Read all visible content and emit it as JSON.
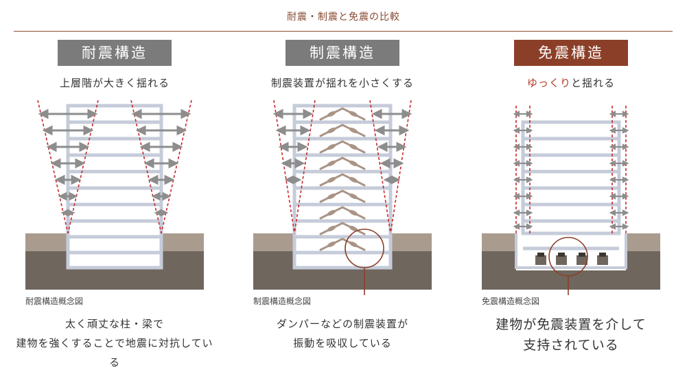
{
  "title": "耐震・制震と免震の比較",
  "colors": {
    "accent": "#8a4a32",
    "grey_label": "#7b7b7b",
    "base_label": "#8c3f28",
    "red_dash": "#c8262a"
  },
  "columns": [
    {
      "label": "耐震構造",
      "subtitle": "上層階が大きく揺れる",
      "caption": "耐震構造概念図",
      "desc1": "太く頑丈な柱・梁で",
      "desc2": "建物を強くすることで地震に対抗している"
    },
    {
      "label": "制震構造",
      "subtitle": "制震装置が揺れを小さくする",
      "caption": "制震構造概念図",
      "desc1": "ダンパーなどの制震装置が",
      "desc2": "振動を吸収している"
    },
    {
      "label": "免震構造",
      "subtitle_em": "ゆっくり",
      "subtitle_rest": "と揺れる",
      "caption": "免震構造概念図",
      "desc1": "建物が免震装置を介して",
      "desc2": "支持されている"
    }
  ]
}
